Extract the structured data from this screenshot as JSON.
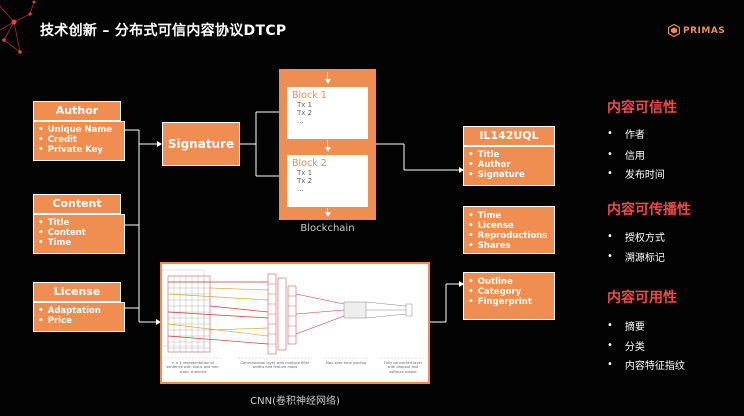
{
  "title": "技术创新 – 分布式可信内容协议DTCP",
  "logo": {
    "text": "PRIMAS",
    "icon": "hexagon-logo-icon"
  },
  "colors": {
    "accent": "#f08d50",
    "heading_red": "#ef4a4a",
    "background": "#030303"
  },
  "inputs": {
    "author": {
      "header": "Author",
      "items": [
        "Unique Name",
        "Credit",
        "Private Key"
      ]
    },
    "content": {
      "header": "Content",
      "items": [
        "Title",
        "Content",
        "Time"
      ]
    },
    "license": {
      "header": "License",
      "items": [
        "Adaptation",
        "Price"
      ]
    }
  },
  "signature": "Signature",
  "blockchain": {
    "caption": "Blockchain",
    "blocks": [
      {
        "title": "Block 1",
        "txs": [
          "Tx 1",
          "Tx 2",
          "..."
        ]
      },
      {
        "title": "Block 2",
        "txs": [
          "Tx 1",
          "Tx 2",
          "..."
        ]
      }
    ]
  },
  "cnn": {
    "caption": "CNN(卷积神经网络)",
    "stages": [
      "n × k representation of sentence with static and non-static channels",
      "Convolutional layer with multiple filter widths and feature maps",
      "Max-over-time pooling",
      "Fully connected layer with dropout and softmax output"
    ]
  },
  "dtcp": {
    "id": "IL142UQL",
    "group1": [
      "Title",
      "Author",
      "Signature"
    ],
    "group2": [
      "Time",
      "License",
      "Reproductions",
      "Shares"
    ],
    "group3": [
      "Outline",
      "Category",
      "Fingerprint"
    ]
  },
  "features": [
    {
      "heading": "内容可信性",
      "items": [
        "作者",
        "信用",
        "发布时间"
      ]
    },
    {
      "heading": "内容可传播性",
      "items": [
        "授权方式",
        "溯源标记"
      ]
    },
    {
      "heading": "内容可用性",
      "items": [
        "摘要",
        "分类",
        "内容特征指纹"
      ]
    }
  ]
}
